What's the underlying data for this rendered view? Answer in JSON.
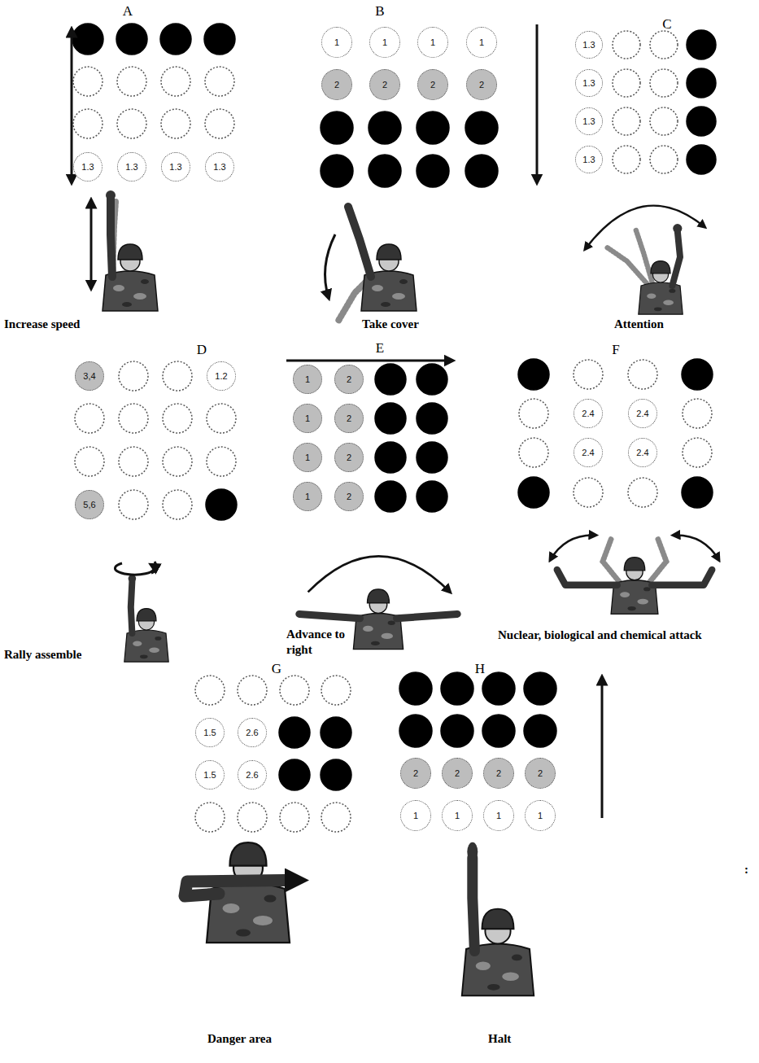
{
  "diagram": {
    "nodes": [
      {
        "text": [
          "1.3"
        ]
      },
      {
        "text": [
          "1.3"
        ]
      },
      {
        "text": [
          "1.3"
        ]
      },
      {
        "text": [
          "1.3"
        ]
      },
      {
        "text": [
          "1"
        ]
      },
      {
        "text": [
          "1"
        ]
      },
      {
        "text": [
          "1"
        ]
      },
      {
        "text": [
          "1"
        ]
      },
      {
        "text": [
          "2"
        ]
      },
      {
        "text": [
          "2"
        ]
      },
      {
        "text": [
          "2"
        ]
      },
      {
        "text": [
          "2"
        ]
      },
      {
        "text": [
          "1.3"
        ]
      },
      {
        "text": [
          "1.3"
        ]
      },
      {
        "text": [
          "1.3"
        ]
      },
      {
        "text": [
          "1.3"
        ]
      },
      {
        "text": [
          "3,4"
        ]
      },
      {
        "text": [
          "1.2"
        ]
      },
      {
        "text": [
          "5,6"
        ]
      },
      {
        "text": [
          "1"
        ]
      },
      {
        "text": [
          "2"
        ]
      },
      {
        "text": [
          "1"
        ]
      },
      {
        "text": [
          "2"
        ]
      },
      {
        "text": [
          "1"
        ]
      },
      {
        "text": [
          "2"
        ]
      },
      {
        "text": [
          "1"
        ]
      },
      {
        "text": [
          "2"
        ]
      },
      {
        "text": [
          "2.4"
        ]
      },
      {
        "text": [
          "2.4"
        ]
      },
      {
        "text": [
          "2.4"
        ]
      },
      {
        "text": [
          "2.4"
        ]
      },
      {
        "text": [
          "1.5"
        ]
      },
      {
        "text": [
          "2.6"
        ]
      },
      {
        "text": [
          "1.5"
        ]
      },
      {
        "text": [
          "2.6"
        ]
      },
      {
        "text": [
          "2"
        ]
      },
      {
        "text": [
          "2"
        ]
      },
      {
        "text": [
          "2"
        ]
      },
      {
        "text": [
          "2"
        ]
      },
      {
        "text": [
          "1"
        ]
      },
      {
        "text": [
          "1"
        ]
      },
      {
        "text": [
          "1"
        ]
      },
      {
        "text": [
          "1"
        ]
      }
    ],
    "labels": [
      "A",
      "Increase speed",
      "B",
      "Take cover",
      "C",
      "Attention",
      "D",
      "Rally assemble",
      "E",
      "Advance to right",
      "F",
      "Nuclear, biological and chemical attack",
      "G",
      "Danger area",
      "H",
      "Halt",
      ":"
    ]
  }
}
